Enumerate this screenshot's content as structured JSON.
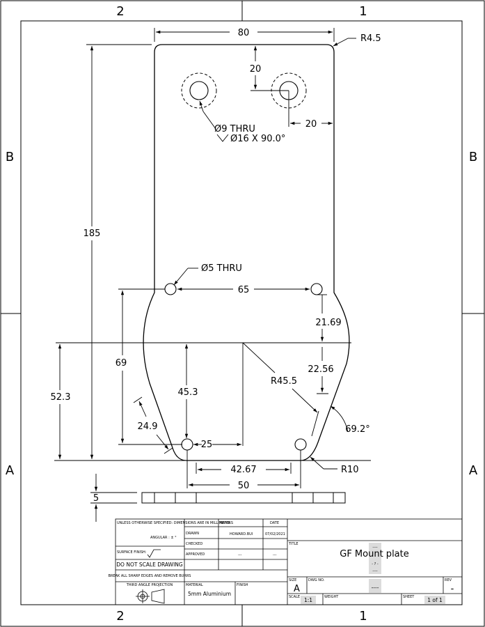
{
  "zones": {
    "columns": [
      "2",
      "1"
    ],
    "rows": [
      "B",
      "A"
    ]
  },
  "dimensions": {
    "width": "80",
    "corner_radius": "R4.5",
    "hole_offset_y": "20",
    "hole_offset_x": "20",
    "big_hole_callout": "Ø9 THRU",
    "countersink_callout": "Ø16 X 90.0°",
    "height": "185",
    "small_hole_callout": "Ø5 THRU",
    "small_hole_spacing": "65",
    "upper_offset": "21.69",
    "arc_height": "69",
    "lower_offset": "22.56",
    "arc_radius": "R45.5",
    "arc_center_height": "52.3",
    "lower_hole_height": "45.3",
    "angled_length": "24.9",
    "taper_angle": "69.2°",
    "lower_hole_offset": "25",
    "lower_hole_spacing": "42.67",
    "bottom_radius": "R10",
    "bottom_spacing": "50",
    "thickness": "5"
  },
  "title_block": {
    "general_note": "UNLESS OTHERWISE SPECIFIED: DIMENSIONS ARE IN MILLIMETERS",
    "angular_note": "ANGULAR : ± °",
    "surface_finish": "SURFACE FINISH:",
    "no_scale": "DO NOT SCALE DRAWING",
    "break_edges": "BREAK ALL SHARP EDGES AND REMOVE BURRS",
    "projection": "THIRD ANGLE PROJECTION",
    "col_name": "NAME",
    "col_date": "DATE",
    "row_drawn": "DRAWN",
    "row_checked": "CHECKED",
    "row_approved": "APPROVED",
    "drawn_name": "HOWARD.BUI",
    "drawn_date": "07/02/2021",
    "approved_name": "---",
    "approved_date": "---",
    "material_label": "MATERIAL",
    "material_value": "5mm Aluminium",
    "finish_label": "FINISH",
    "title_label": "TITLE",
    "title_value": "GF Mount plate",
    "title_placeholder_1": "----",
    "title_placeholder_2": "- ? -",
    "title_placeholder_3": "----",
    "size_label": "SIZE",
    "size_value": "A",
    "dwg_label": "DWG NO.",
    "dwg_value": "----",
    "rev_label": "REV",
    "rev_value": "-",
    "scale_label": "SCALE",
    "scale_value": "1:1",
    "weight_label": "WEIGHT",
    "sheet_label": "SHEET",
    "sheet_value": "1 of 1"
  }
}
